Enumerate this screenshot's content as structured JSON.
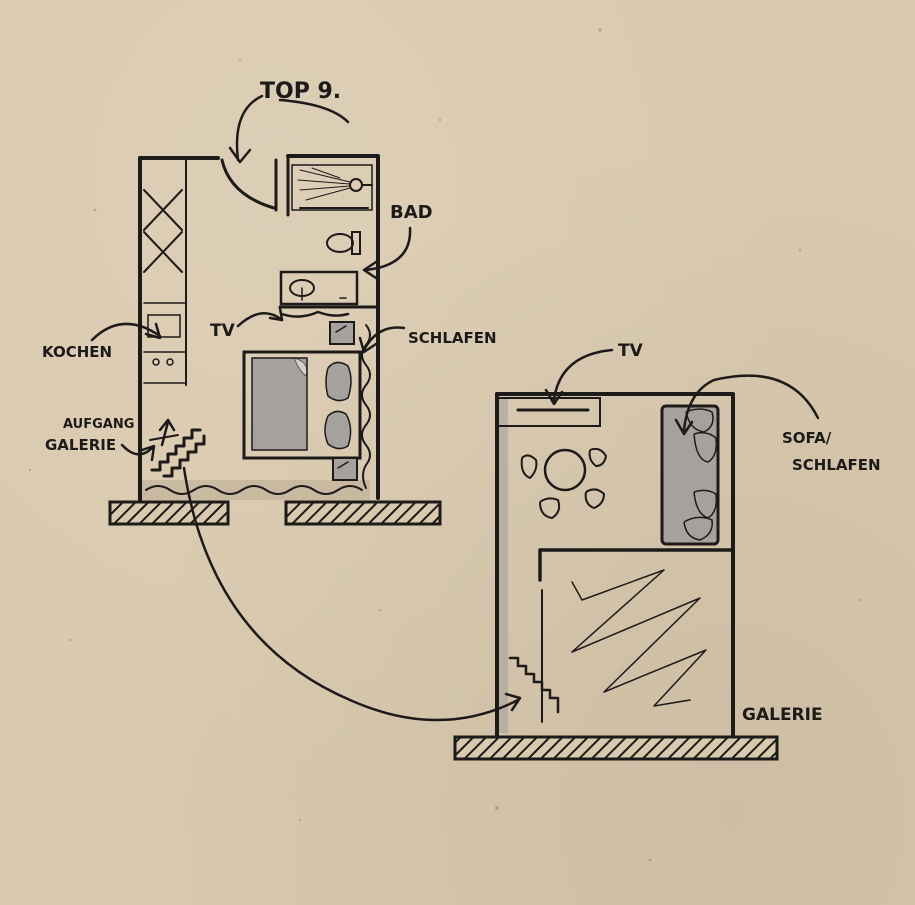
{
  "labels": {
    "top": "TOP 9.",
    "bad": "BAD",
    "tv_ground": "TV",
    "schlafen": "SCHLAFEN",
    "kochen": "KOCHEN",
    "aufgang": "AUFGANG",
    "galerie_aufgang": "GALERIE",
    "tv_gallery": "TV",
    "sofa": "SOFA/",
    "sofa_schlafen": "SCHLAFEN",
    "galerie": "GALERIE"
  },
  "colors": {
    "paper": "#d9c9ae",
    "ink": "#1d1b1a",
    "furniture_gray": "#a5a29e"
  }
}
